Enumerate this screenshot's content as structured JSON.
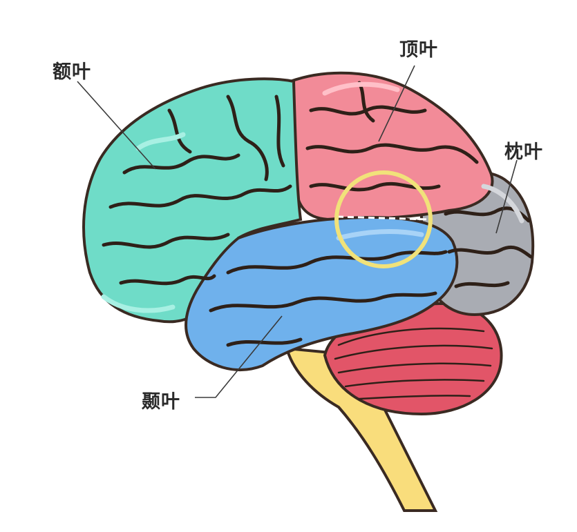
{
  "diagram": {
    "labels": {
      "frontal": "额叶",
      "parietal": "顶叶",
      "occipital": "枕叶",
      "temporal": "颞叶"
    },
    "colors": {
      "frontal": "#6fdcc8",
      "parietal": "#f28b98",
      "occipital": "#a9acb3",
      "temporal": "#6fb1ec",
      "cerebellum": "#e25568",
      "brainstem": "#f9dd7c",
      "highlight_circle": "#f1e27a",
      "outline": "#3a2a22"
    }
  }
}
